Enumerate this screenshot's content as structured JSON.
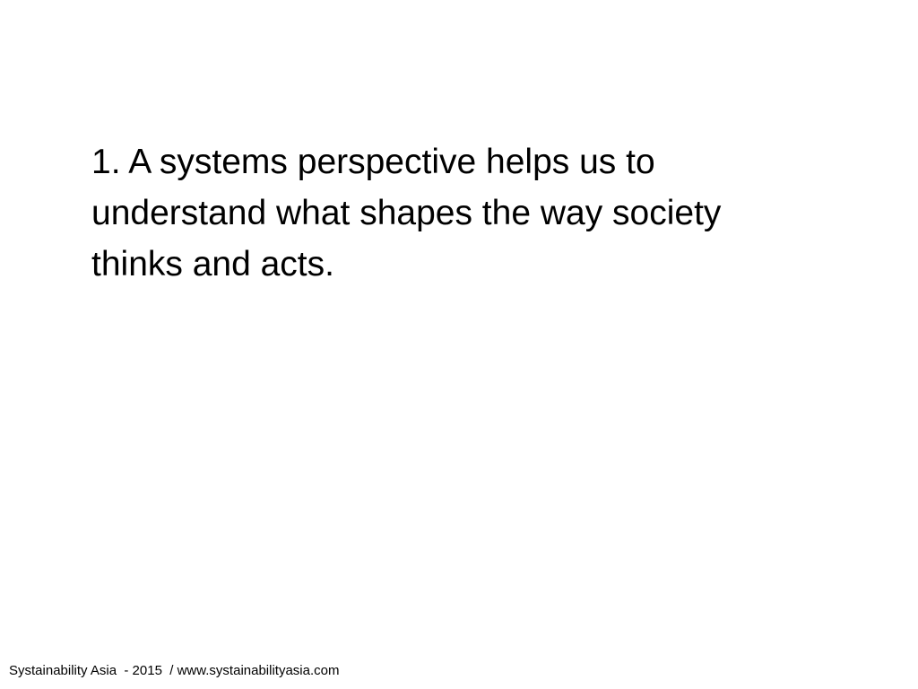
{
  "slide": {
    "body_lines": [
      "1. A systems perspective helps us to",
      "understand what shapes the way society",
      "thinks and acts."
    ],
    "footer": "Systainability Asia  - 2015  / www.systainabilityasia.com"
  }
}
